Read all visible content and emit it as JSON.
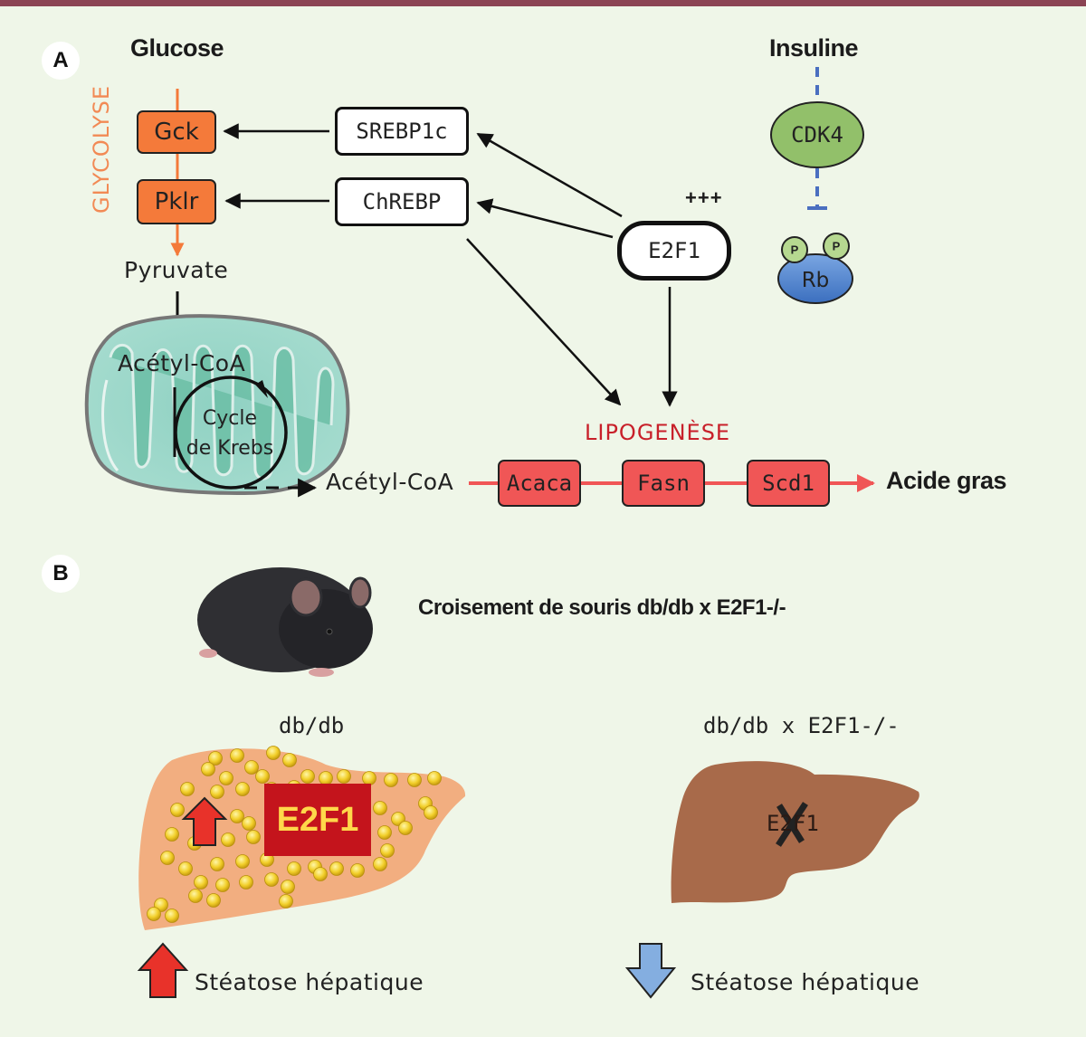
{
  "colors": {
    "background": "#eff6e8",
    "top_bar": "#8b4454",
    "glycolysis": "#f47a3a",
    "lipogenesis_box": "#f05656",
    "lipogenesis_label": "#c8202a",
    "cdk4": "#92c06a",
    "rb": "#4a7fcc",
    "inhibition_line": "#4a6fc0",
    "liver_fatty": "#f2ae80",
    "liver_normal": "#a86a4a",
    "lipid_droplet": "#f2cf2a",
    "e2f1_badge": "#c4141c",
    "e2f1_badge_text": "#ffd84a",
    "arrow_up": "#e8322a",
    "arrow_down": "#84aee0"
  },
  "panel_a": {
    "label": "A",
    "glucose": "Glucose",
    "glycolysis_label": "GLYCOLYSE",
    "gck": "Gck",
    "pklr": "Pklr",
    "pyruvate": "Pyruvate",
    "srebp1c": "SREBP1c",
    "chrebp": "ChREBP",
    "e2f1": "E2F1",
    "e2f1_level": "+++",
    "insuline": "Insuline",
    "cdk4": "CDK4",
    "rb": "Rb",
    "phospho": "P",
    "acetyl_coa_mito": "Acétyl-CoA",
    "krebs_line1": "Cycle",
    "krebs_line2": "de Krebs",
    "acetyl_coa_cyto": "Acétyl-CoA",
    "lipogenesis_label": "LIPOGENÈSE",
    "acaca": "Acaca",
    "fasn": "Fasn",
    "scd1": "Scd1",
    "fatty_acid": "Acide gras"
  },
  "panel_b": {
    "label": "B",
    "cross_title": "Croisement de souris db/db x E2F1-/-",
    "left_genotype": "db/db",
    "right_genotype": "db/db x E2F1-/-",
    "e2f1_badge": "E2F1",
    "e2f1_crossed": "E2F1",
    "left_outcome": "Stéatose hépatique",
    "right_outcome": "Stéatose hépatique",
    "left_trend": "up",
    "right_trend": "down"
  },
  "icons": {
    "mouse": "mouse-photo",
    "mitochondrion": "mitochondrion-icon",
    "liver": "liver-icon"
  }
}
